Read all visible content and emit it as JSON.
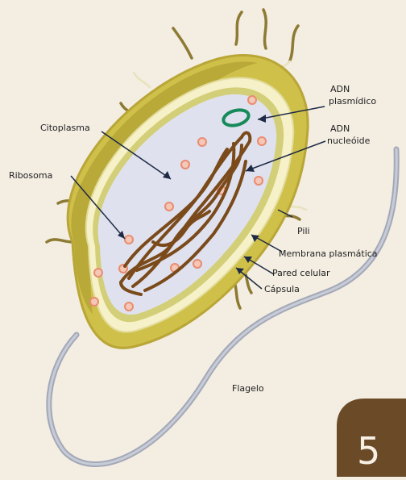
{
  "labels": {
    "adn_plasmidico_1": "ADN",
    "adn_plasmidico_2": "plasmídico",
    "adn_nucleoide_1": "ADN",
    "adn_nucleoide_2": "nucleóide",
    "citoplasma": "Citoplasma",
    "ribosoma": "Ribosoma",
    "pili": "Pili",
    "membrana": "Membrana plasmática",
    "pared": "Pared celular",
    "capsula": "Cápsula",
    "flagelo": "Flagelo"
  },
  "badge": {
    "number": "5"
  },
  "colors": {
    "background": "#f3ede2",
    "capsule": "#cfc04a",
    "capsule_dark": "#b9a637",
    "cell_wall": "#f6f1c8",
    "membrane": "#d3cf78",
    "cytoplasm": "#dfe1ee",
    "nucleoid": "#7a4a1b",
    "plasmid": "#178a5a",
    "ribosome": "#e98c70",
    "flagellum": "#b4b8c6",
    "badge": "#6a4a27"
  }
}
